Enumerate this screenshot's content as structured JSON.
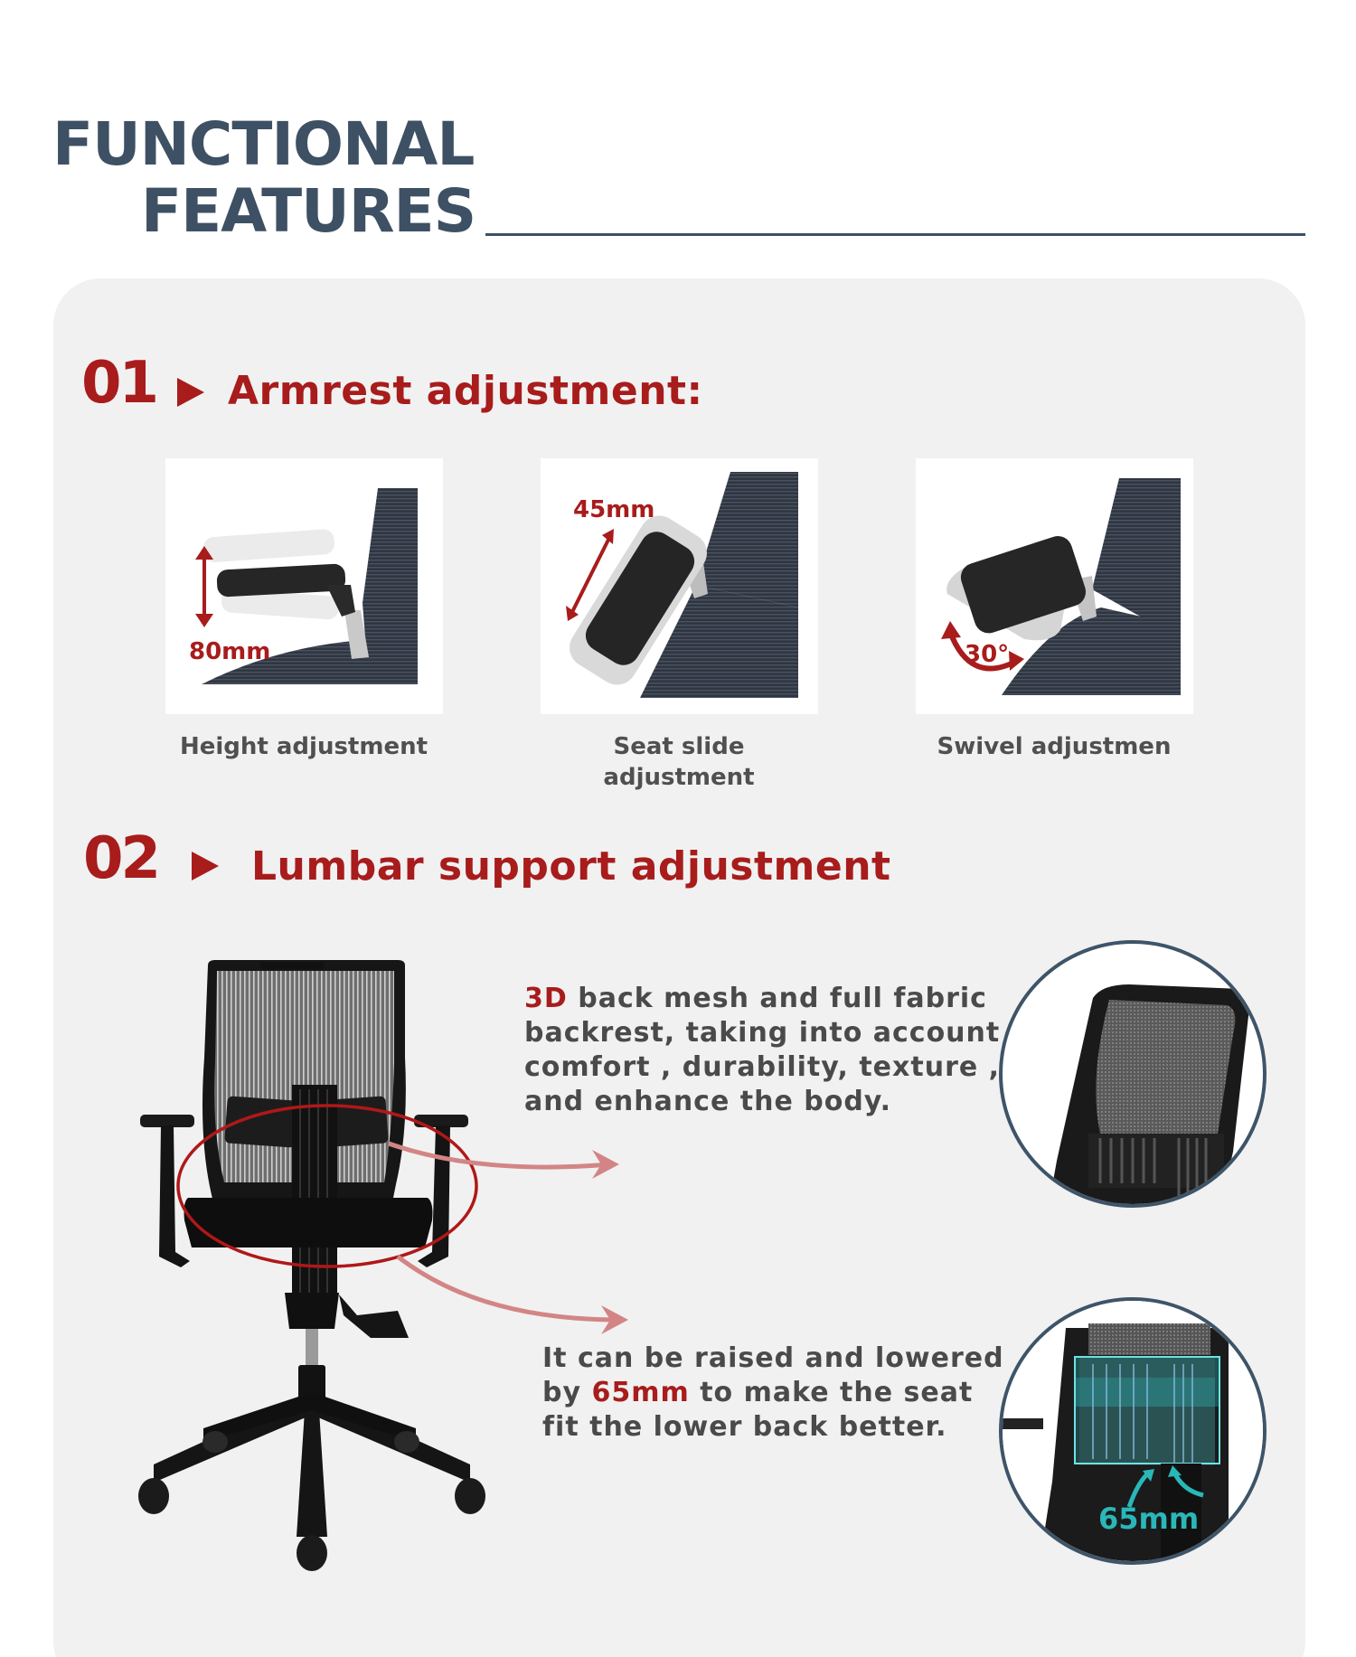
{
  "header": {
    "title_line1": "FUNCTIONAL",
    "title_line2": "FEATURES"
  },
  "colors": {
    "title": "#3e5063",
    "accent_red": "#a81c1c",
    "body_text": "#4a4a4a",
    "card_bg": "#f1f1f1",
    "circle_border": "#3e5468",
    "lumbar_cyan": "#2ab7b9",
    "arrow_rose": "#d38585"
  },
  "sections": [
    {
      "number": "01",
      "title": "Armrest adjustment:",
      "tiles": [
        {
          "label": "Height adjustment",
          "measure": "80mm",
          "icon": "vertical-double-arrow-icon"
        },
        {
          "label_line1": "Seat slide",
          "label_line2": "adjustment",
          "measure": "45mm",
          "icon": "diagonal-double-arrow-icon"
        },
        {
          "label": "Swivel adjustmen",
          "measure": "30°",
          "icon": "curved-double-arrow-icon"
        }
      ]
    },
    {
      "number": "02",
      "title": "Lumbar support adjustment",
      "callouts": [
        {
          "highlight": "3D",
          "lines": [
            " back mesh and full fabric",
            "backrest, taking  into account",
            "comfort , durability, texture ,",
            "and enhance the body."
          ]
        },
        {
          "line1": "It can be raised and lowered",
          "line2_prefix": "by ",
          "highlight": "65mm",
          "line2_suffix": " to make the seat",
          "line3": "fit the lower back better."
        }
      ],
      "detail_circles": [
        {
          "name": "backrest-mesh-closeup"
        },
        {
          "name": "lumbar-closeup",
          "measure": "65mm"
        }
      ]
    }
  ]
}
